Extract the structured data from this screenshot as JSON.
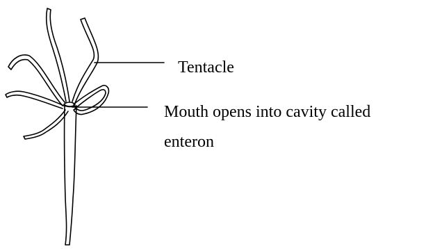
{
  "labels": {
    "tentacle": "Tentacle",
    "mouth_line1": "Mouth opens into cavity called",
    "mouth_line2": "enteron"
  },
  "colors": {
    "outline": "#000000",
    "background": "#ffffff"
  }
}
